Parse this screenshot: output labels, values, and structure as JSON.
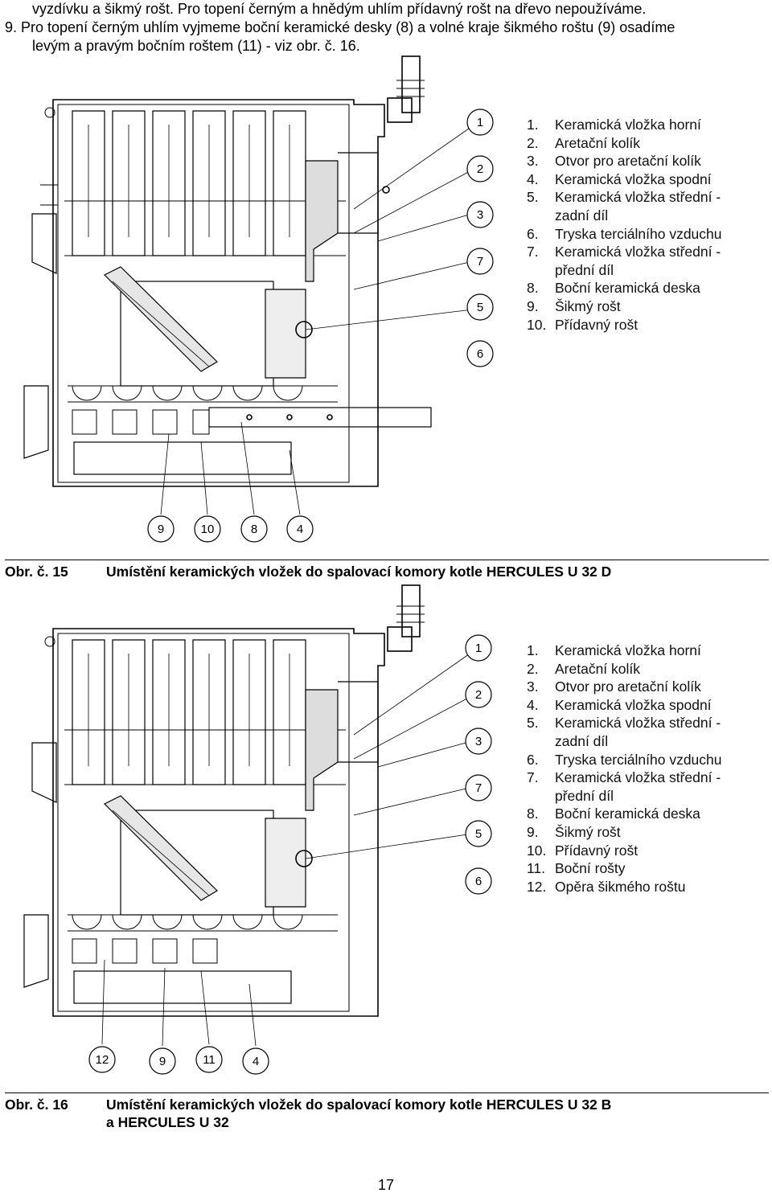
{
  "intro": {
    "line1": "vyzdívku a šikmý rošt. Pro topení černým a hnědým uhlím přídavný rošt na dřevo nepoužíváme.",
    "line2": "9.   Pro topení černým uhlím vyjmeme boční keramické desky (8) a volné kraje šikmého roštu (9) osadíme",
    "line3": "levým a pravým bočním roštem (11) - viz obr. č. 16."
  },
  "figure15": {
    "callouts_right": [
      "1",
      "2",
      "3",
      "7",
      "5",
      "6"
    ],
    "callouts_bottom": [
      "9",
      "10",
      "8",
      "4"
    ],
    "legend": [
      {
        "n": "1.",
        "t": "Keramická vložka horní"
      },
      {
        "n": "2.",
        "t": "Aretační kolík"
      },
      {
        "n": "3.",
        "t": "Otvor pro aretační kolík"
      },
      {
        "n": "4.",
        "t": "Keramická vložka spodní"
      },
      {
        "n": "5.",
        "t": "Keramická vložka střední -",
        "t2": "zadní díl"
      },
      {
        "n": "6.",
        "t": "Tryska terciálního vzduchu"
      },
      {
        "n": "7.",
        "t": "Keramická vložka střední -",
        "t2": "přední díl"
      },
      {
        "n": "8.",
        "t": "Boční keramická deska"
      },
      {
        "n": "9.",
        "t": "Šikmý rošt"
      },
      {
        "n": "10.",
        "t": "Přídavný rošt"
      }
    ],
    "caption_label": "Obr. č. 15",
    "caption_text": "Umístění keramických vložek do spalovací komory kotle HERCULES U 32 D"
  },
  "figure16": {
    "callouts_right": [
      "1",
      "2",
      "3",
      "7",
      "5",
      "6"
    ],
    "callouts_bottom": [
      "12",
      "9",
      "11",
      "4"
    ],
    "legend": [
      {
        "n": "1.",
        "t": "Keramická vložka horní"
      },
      {
        "n": "2.",
        "t": "Aretační kolík"
      },
      {
        "n": "3.",
        "t": "Otvor pro aretační kolík"
      },
      {
        "n": "4.",
        "t": "Keramická vložka spodní"
      },
      {
        "n": "5.",
        "t": "Keramická vložka střední -",
        "t2": "zadní díl"
      },
      {
        "n": "6.",
        "t": "Tryska terciálního vzduchu"
      },
      {
        "n": "7.",
        "t": "Keramická vložka střední -",
        "t2": "přední díl"
      },
      {
        "n": "8.",
        "t": "Boční keramická deska"
      },
      {
        "n": "9.",
        "t": "Šikmý rošt"
      },
      {
        "n": "10.",
        "t": "Přídavný rošt"
      },
      {
        "n": "11.",
        "t": "Boční rošty"
      },
      {
        "n": "12.",
        "t": "Opěra šikmého roštu"
      }
    ],
    "caption_label": "Obr. č. 16",
    "caption_text": "Umístění keramických vložek do spalovací komory kotle HERCULES U 32 B",
    "caption_text2": "a HERCULES U 32"
  },
  "page_number": "17"
}
